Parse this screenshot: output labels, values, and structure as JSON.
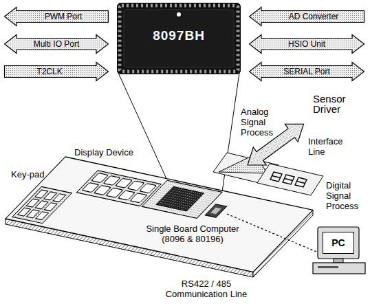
{
  "diagram": {
    "nodes": [
      {
        "text": [
          "8097BH"
        ]
      },
      {
        "text": [
          "PWM Port"
        ]
      },
      {
        "text": [
          "Multi IO Port"
        ]
      },
      {
        "text": [
          "T2CLK"
        ]
      },
      {
        "text": [
          "AD Converter"
        ]
      },
      {
        "text": [
          "HSIO Unit"
        ]
      },
      {
        "text": [
          "SERIAL Port"
        ]
      },
      {
        "text": [
          "PC"
        ]
      }
    ],
    "labels": [
      "Display Device",
      "Key-pad",
      "Single Board Computer (8096 & 80196)",
      "Analog Signal Process",
      "Digital Signal Process",
      "Sensor Driver",
      "Interface Line",
      "RS422 / 485 Communication Line"
    ]
  }
}
